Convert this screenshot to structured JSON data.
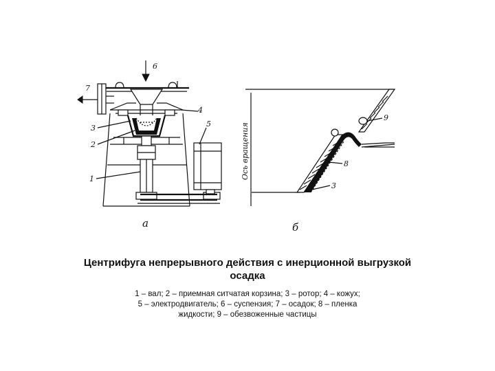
{
  "figure": {
    "title": "Центрифуга непрерывного действия с инерционной выгрузкой осадка",
    "legend_line1": "1 – вал; 2 – приемная ситчатая корзина; 3 – ротор; 4 – кожух;",
    "legend_line2": "5 – электродвигатель;  6 – суспензия;  7 – осадок; 8 – пленка",
    "legend_line3": "жидкости; 9 – обезвоженные частицы"
  },
  "panel_a": {
    "letter": "а",
    "labels": {
      "1": "1",
      "2": "2",
      "3": "3",
      "4": "4",
      "5": "5",
      "6": "6",
      "7": "7"
    }
  },
  "panel_b": {
    "letter": "б",
    "axis_label": "Ось вращения",
    "labels": {
      "3": "3",
      "8": "8",
      "9": "9"
    }
  }
}
